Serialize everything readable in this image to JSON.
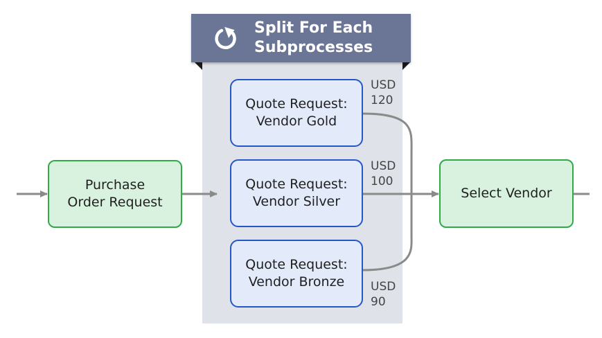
{
  "banner": {
    "title_line1": "Split For Each",
    "title_line2": "Subprocesses",
    "icon": "loop-arrow-icon"
  },
  "nodes": {
    "purchase": {
      "line1": "Purchase",
      "line2": "Order Request"
    },
    "gold": {
      "line1": "Quote Request:",
      "line2": "Vendor Gold"
    },
    "silver": {
      "line1": "Quote Request:",
      "line2": "Vendor Silver"
    },
    "bronze": {
      "line1": "Quote Request:",
      "line2": "Vendor Bronze"
    },
    "select": {
      "line1": "Select Vendor"
    }
  },
  "costs": {
    "gold": {
      "currency": "USD",
      "amount": "120"
    },
    "silver": {
      "currency": "USD",
      "amount": "100"
    },
    "bronze": {
      "currency": "USD",
      "amount": "90"
    }
  },
  "colors": {
    "banner": "#6b7596",
    "panel": "#dfe2e8",
    "green_fill": "#d9f2df",
    "green_border": "#2eaa47",
    "blue_fill": "#e3ebfb",
    "blue_border": "#2456c8",
    "connector": "#8a8a8a"
  }
}
